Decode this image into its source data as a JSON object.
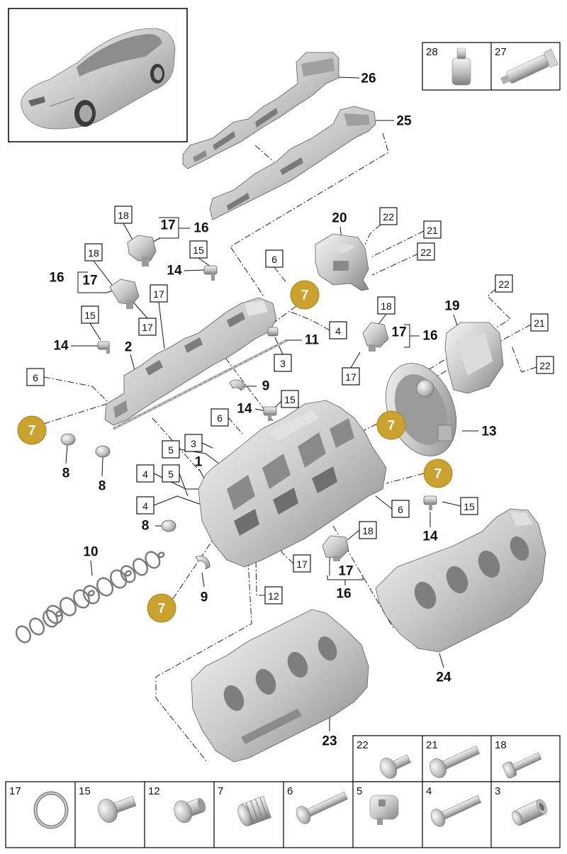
{
  "bold_callouts": [
    "26",
    "25",
    "20",
    "17",
    "16",
    "14",
    "16",
    "17",
    "14",
    "2",
    "11",
    "9",
    "17",
    "16",
    "19",
    "14",
    "13",
    "8",
    "8",
    "1",
    "8",
    "14",
    "10",
    "17",
    "16",
    "9",
    "23",
    "24"
  ],
  "boxed_callouts": [
    "18",
    "15",
    "18",
    "6",
    "22",
    "21",
    "22",
    "17",
    "17",
    "15",
    "4",
    "18",
    "22",
    "21",
    "22",
    "3",
    "17",
    "6",
    "15",
    "6",
    "5",
    "3",
    "4",
    "5",
    "4",
    "6",
    "15",
    "18",
    "17",
    "12"
  ],
  "markers": [
    "7",
    "7",
    "7",
    "7",
    "7"
  ],
  "legend_top_right": [
    "28",
    "27"
  ],
  "legend_bottom_upper": [
    "22",
    "21",
    "18"
  ],
  "legend_bottom_lower": [
    "17",
    "15",
    "12",
    "7",
    "6",
    "5",
    "4",
    "3"
  ],
  "icons": {
    "28": "fluid-bottle-icon",
    "27": "sealant-tube-icon",
    "22": "bolt-icon",
    "21": "bolt-icon",
    "18": "socket-bolt-icon",
    "17": "o-ring-icon",
    "15": "bolt-icon",
    "12": "plug-icon",
    "7": "threaded-plug-icon",
    "6": "bolt-icon",
    "5": "sensor-icon",
    "4": "bolt-icon",
    "3": "sleeve-icon"
  },
  "colors": {
    "marker_fill": "#c9a22f",
    "outline": "#000000",
    "part_light": "#f2f2f2",
    "part_dark": "#8a8a8a"
  }
}
